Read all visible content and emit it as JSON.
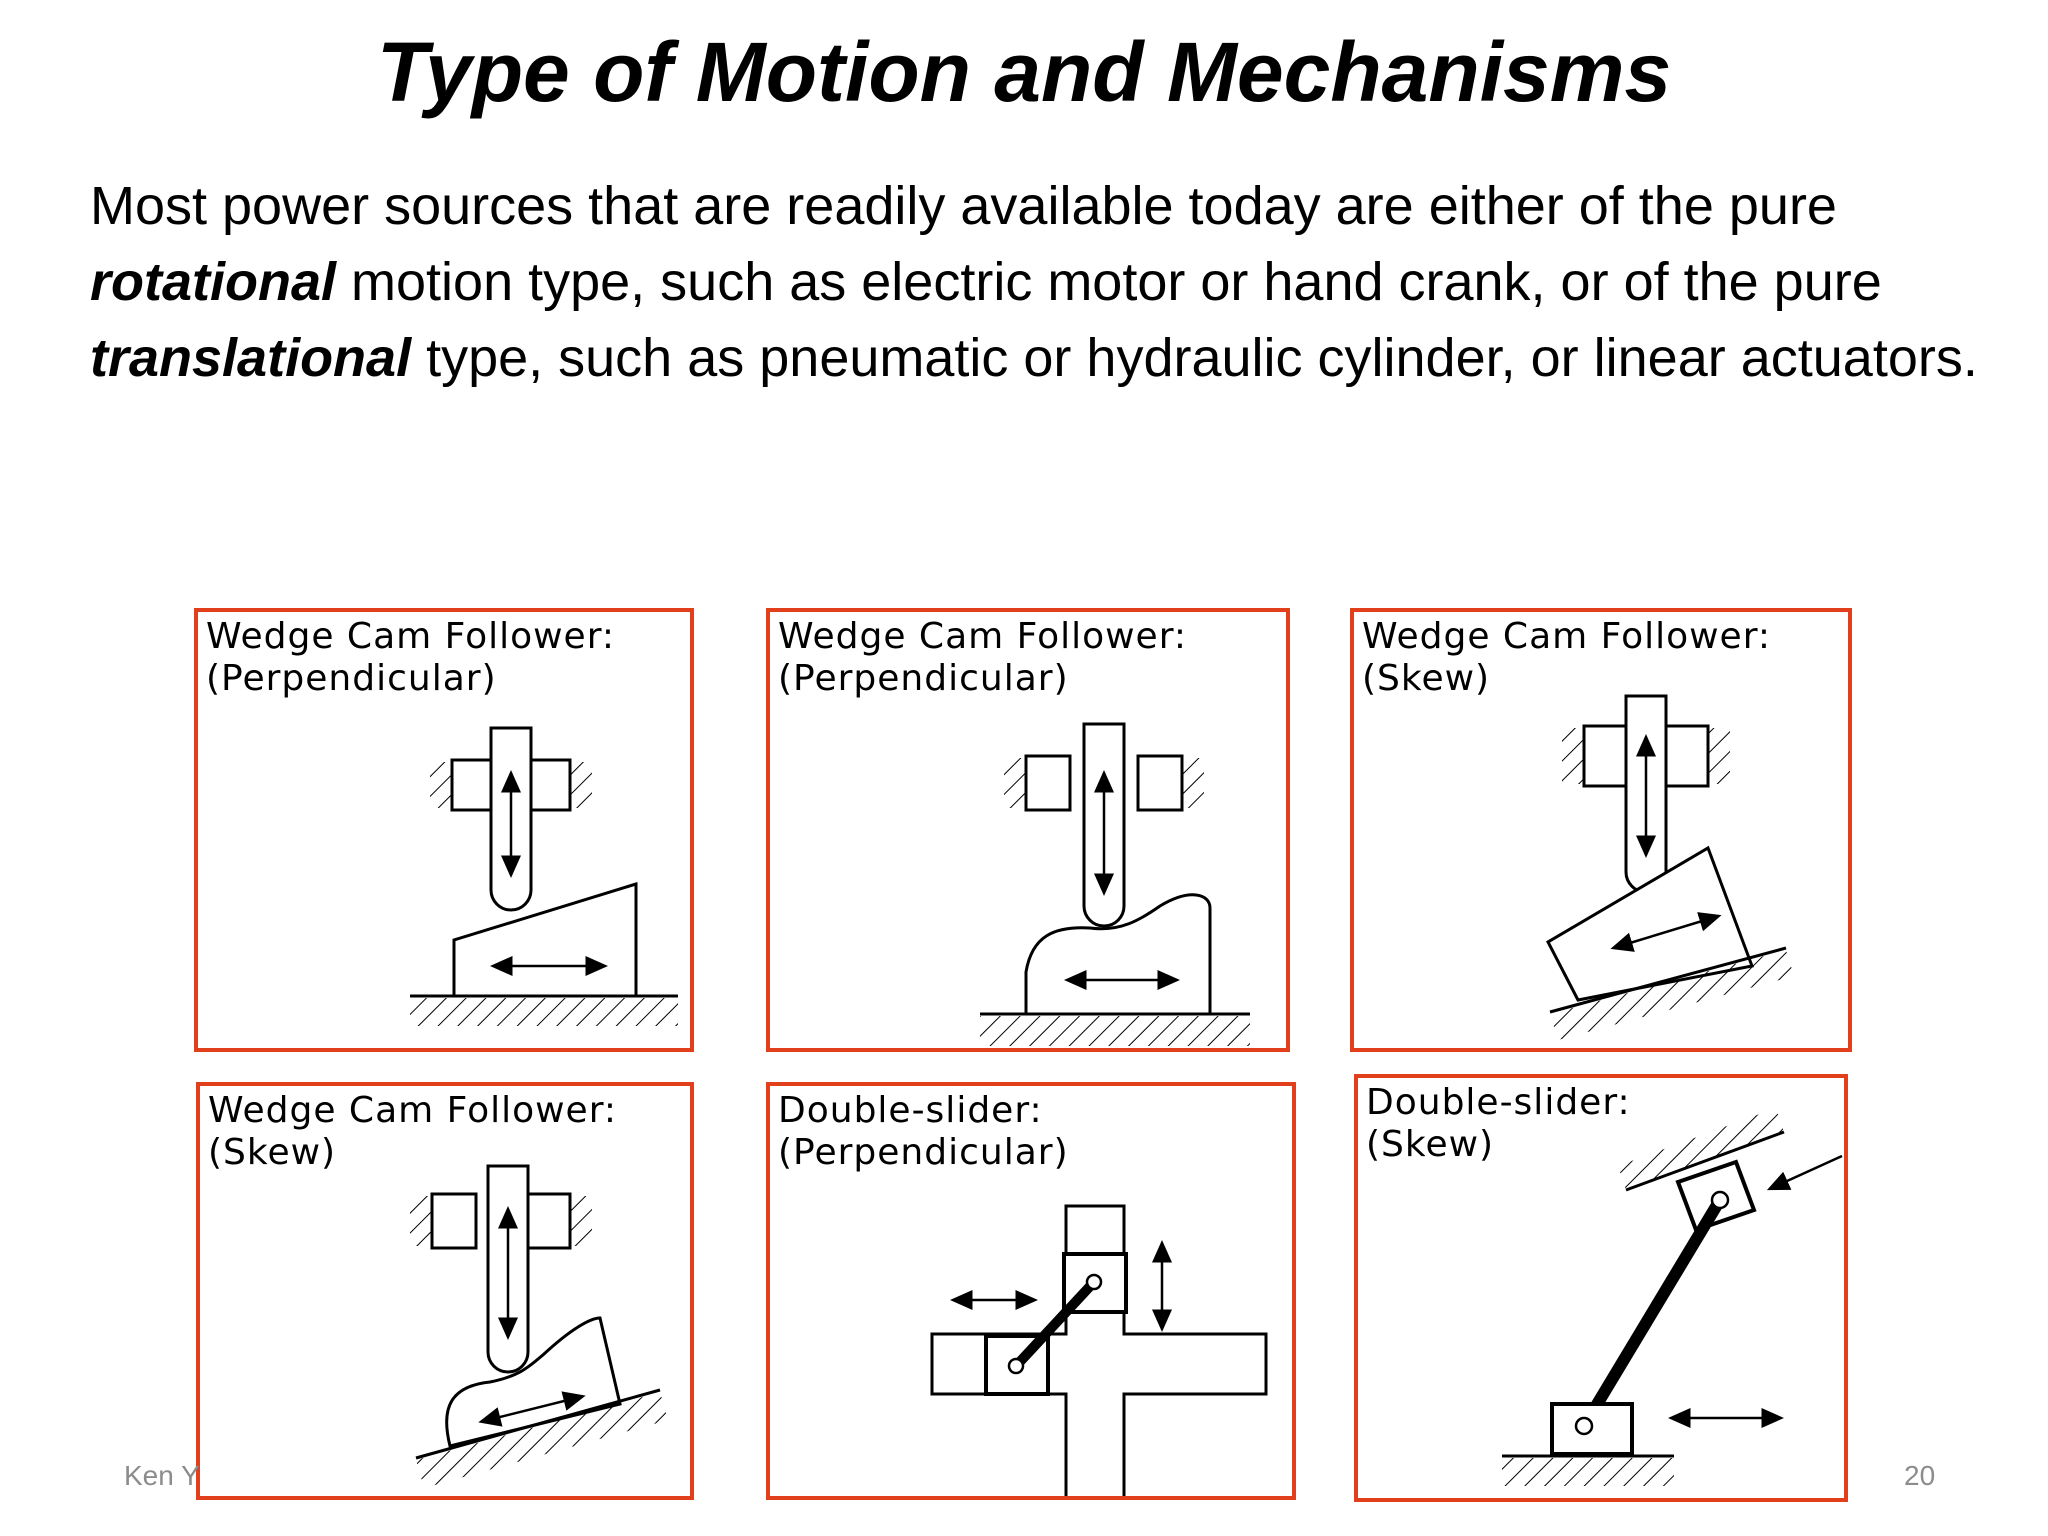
{
  "slide": {
    "title": "Type of Motion and Mechanisms",
    "paragraph": {
      "p1": "Most power sources that are readily available today are either of the pure ",
      "em1": "rotational",
      "p2": " motion type, such as electric motor or hand crank, or of the pure ",
      "em2": "translational",
      "p3": " type, such as pneumatic or hydraulic cylinder, or linear actuators."
    },
    "footer_left": "Ken Y",
    "page_number": "20"
  },
  "panels": [
    {
      "label": "Wedge Cam Follower:\n(Perpendicular)"
    },
    {
      "label": "Wedge Cam Follower:\n(Perpendicular)"
    },
    {
      "label": "Wedge Cam Follower:\n(Skew)"
    },
    {
      "label": "Wedge Cam Follower:\n(Skew)"
    },
    {
      "label": "Double-slider:\n(Perpendicular)"
    },
    {
      "label": "Double-slider:\n(Skew)"
    }
  ],
  "colors": {
    "panel_border": "#e2401c",
    "footer_text": "#8c8c8c"
  }
}
